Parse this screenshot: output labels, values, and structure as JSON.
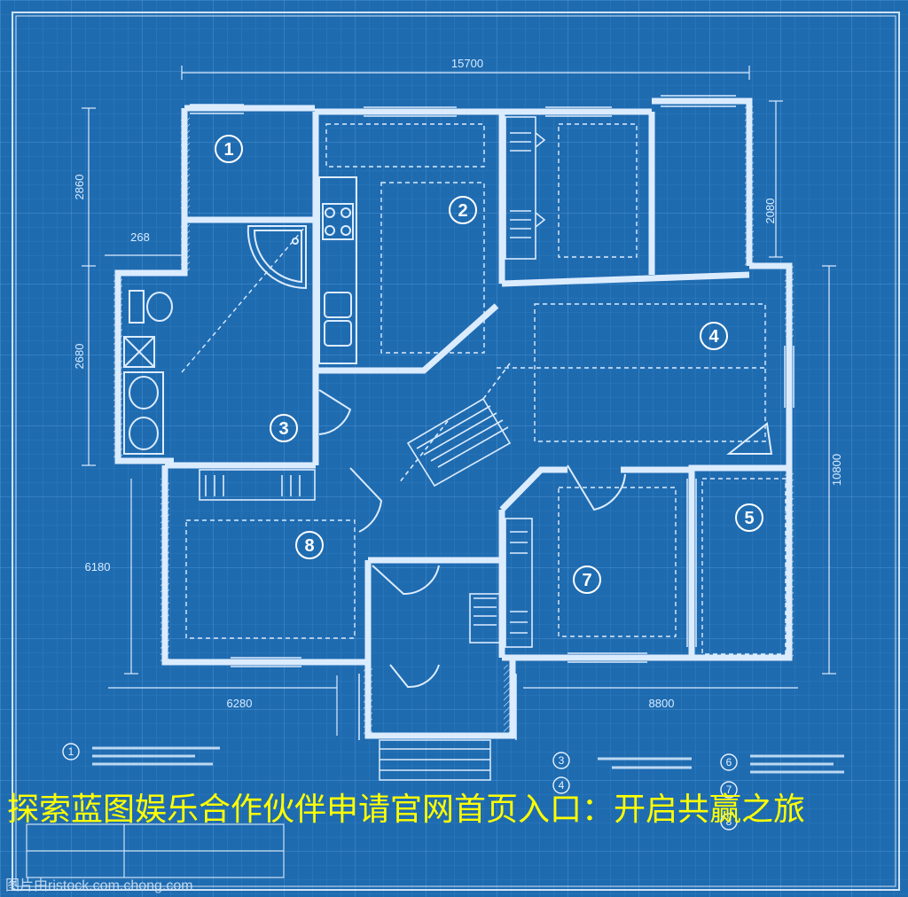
{
  "plan": {
    "dimensions": {
      "top": "15700",
      "left_upper": "2860",
      "left_small": "268",
      "left_middle": "2680",
      "left_lower": "6180",
      "right_upper": "2080",
      "right_lower": "10800",
      "bottom_left": "6280",
      "bottom_right": "8800"
    },
    "rooms": [
      "1",
      "2",
      "3",
      "4",
      "5",
      "7",
      "8"
    ],
    "legend": [
      "1",
      "3",
      "4",
      "6",
      "7",
      "8"
    ]
  },
  "overlay": {
    "headline": "探索蓝图娱乐合作伙伴申请官网首页入口：开启共赢之旅",
    "watermark": "图片由ristock.com.chong.com"
  },
  "colors": {
    "background": "#1f6bb0",
    "lines": "#dcecff",
    "headline": "#ffff00"
  }
}
